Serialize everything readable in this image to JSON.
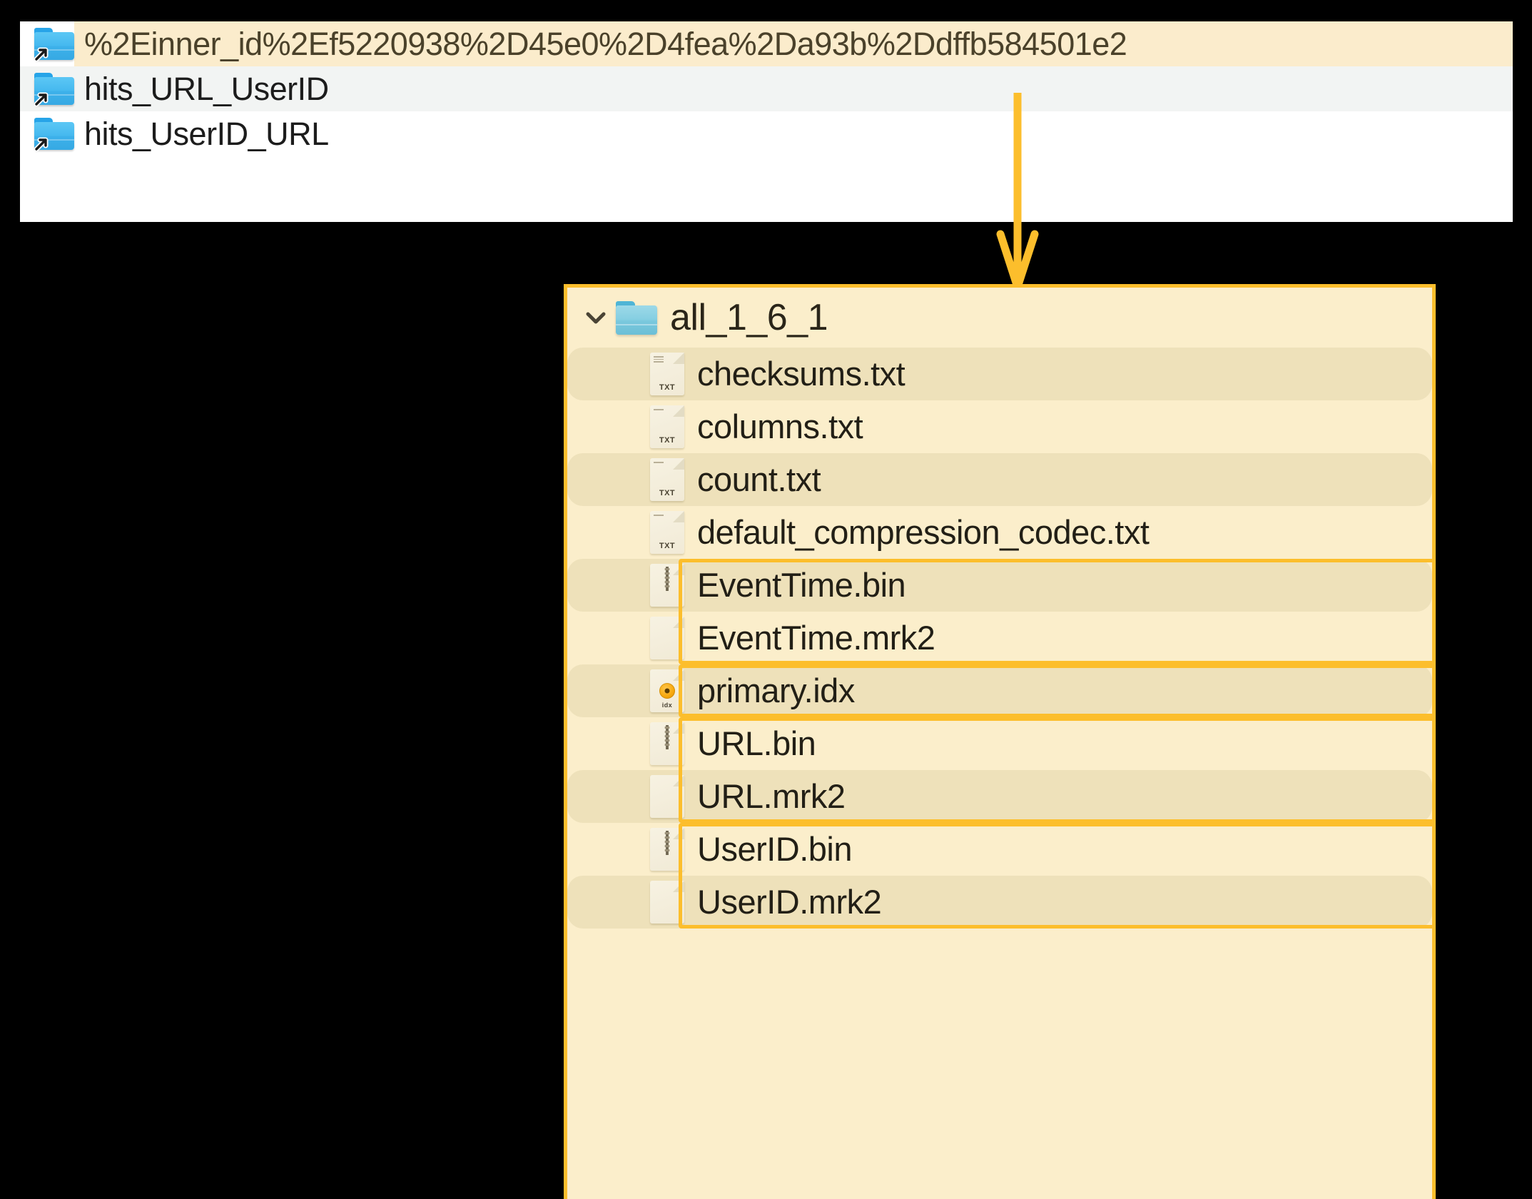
{
  "symlink_panel": {
    "rows": [
      {
        "name": "%2Einner_id%2Ef5220938%2D45e0%2D4fea%2Da93b%2Ddffb584501e2",
        "icon": "folder-symlink-icon",
        "highlighted": true
      },
      {
        "name": "hits_URL_UserID",
        "icon": "folder-symlink-icon",
        "highlighted": false
      },
      {
        "name": "hits_UserID_URL",
        "icon": "folder-symlink-icon",
        "highlighted": false
      }
    ]
  },
  "arrow": {
    "name": "flow-arrow-down",
    "color": "#FCBE2C"
  },
  "tree_panel": {
    "border_color": "#FCBE2C",
    "background_color": "#FBEECB",
    "root": {
      "label": "all_1_6_1",
      "icon": "folder-icon",
      "expander": "chevron-down-icon",
      "expanded": true
    },
    "files": [
      {
        "name": "checksums.txt",
        "icon": "txt-file-icon",
        "tag": "TXT"
      },
      {
        "name": "columns.txt",
        "icon": "txt-file-icon",
        "tag": "TXT"
      },
      {
        "name": "count.txt",
        "icon": "txt-file-icon",
        "tag": "TXT"
      },
      {
        "name": "default_compression_codec.txt",
        "icon": "txt-file-icon",
        "tag": "TXT"
      },
      {
        "name": "EventTime.bin",
        "icon": "bin-file-icon",
        "tag": ""
      },
      {
        "name": "EventTime.mrk2",
        "icon": "blank-file-icon",
        "tag": ""
      },
      {
        "name": "primary.idx",
        "icon": "idx-file-icon",
        "tag": "idx"
      },
      {
        "name": "URL.bin",
        "icon": "bin-file-icon",
        "tag": ""
      },
      {
        "name": "URL.mrk2",
        "icon": "blank-file-icon",
        "tag": ""
      },
      {
        "name": "UserID.bin",
        "icon": "bin-file-icon",
        "tag": ""
      },
      {
        "name": "UserID.mrk2",
        "icon": "blank-file-icon",
        "tag": ""
      }
    ],
    "highlight_groups": [
      {
        "name": "eventtime-group",
        "from": "EventTime.bin",
        "to": "EventTime.mrk2"
      },
      {
        "name": "primary-idx-group",
        "from": "primary.idx",
        "to": "primary.idx"
      },
      {
        "name": "url-group",
        "from": "URL.bin",
        "to": "URL.mrk2"
      },
      {
        "name": "userid-group",
        "from": "UserID.bin",
        "to": "UserID.mrk2"
      }
    ]
  }
}
